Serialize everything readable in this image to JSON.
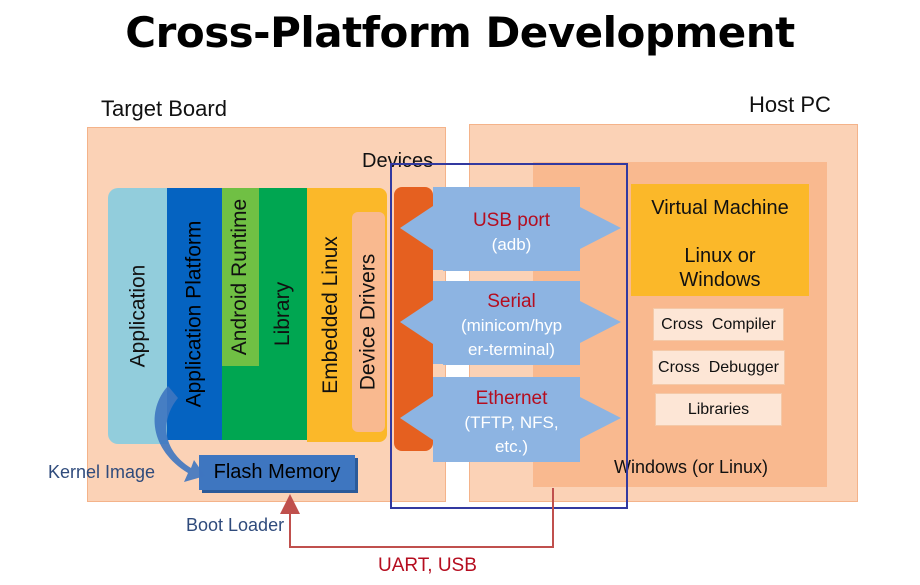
{
  "title": "Cross-Platform Development",
  "target_board": {
    "label": "Target Board",
    "stack": [
      "Application",
      "Application Platform",
      "Android Runtime",
      "Library",
      "Embedded Linux",
      "Device Drivers"
    ],
    "flash_memory": "Flash Memory",
    "kernel_image": "Kernel Image",
    "boot_loader": "Boot Loader"
  },
  "devices_label": "Devices",
  "connections": [
    {
      "name": "USB port",
      "detail": "(adb)"
    },
    {
      "name": "Serial",
      "detail": "(minicom/hyp er-terminal)",
      "detail_lines": [
        "(minicom/hyp",
        "er-terminal)"
      ]
    },
    {
      "name": "Ethernet",
      "detail": "(TFTP, NFS, etc.)",
      "detail_lines": [
        "(TFTP, NFS,",
        "etc.)"
      ]
    }
  ],
  "host_pc": {
    "label": "Host PC",
    "virtual_machine": "Virtual Machine",
    "vm_os_line1": "Linux or",
    "vm_os_line2": "Windows",
    "tools": [
      "Cross  Compiler",
      "Cross  Debugger",
      "Libraries"
    ],
    "os_label": "Windows (or Linux)"
  },
  "uart_label": "UART, USB",
  "colors": {
    "panel": "#fbd2b6",
    "inner_panel": "#f9b98f",
    "application": "#92cddc",
    "app_platform": "#0563c1",
    "android_runtime": "#70c044",
    "library": "#00a651",
    "embedded_linux": "#fbb829",
    "device_drivers": "#f9b98f",
    "devices_bar": "#e56020",
    "arrow": "#8db4e2",
    "flash": "#3e76c0",
    "highlight_rect": "#3239a0",
    "uart_line": "#c0504d",
    "red_text": "#b50d1f"
  }
}
